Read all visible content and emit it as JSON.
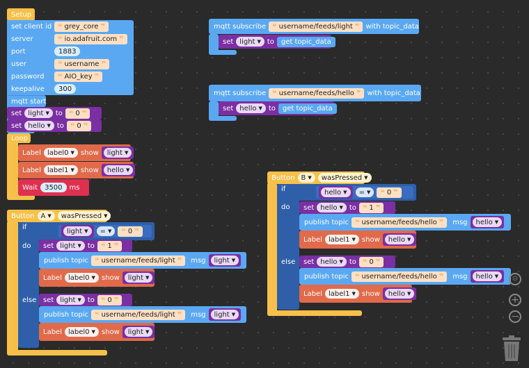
{
  "setup": {
    "header": "Setup",
    "client_id_label": "set client id",
    "client_id_value": "grey_core",
    "server_label": "server",
    "server_value": "io.adafruit.com",
    "port_label": "port",
    "port_value": "1883",
    "user_label": "user",
    "user_value": "username",
    "password_label": "password",
    "password_value": "AIO_key",
    "keepalive_label": "keepalive",
    "keepalive_value": "300",
    "mqtt_start": "mqtt start",
    "set1": {
      "set": "set",
      "var": "light",
      "to": "to",
      "value": "0"
    },
    "set2": {
      "set": "set",
      "var": "hello",
      "to": "to",
      "value": "0"
    }
  },
  "loop": {
    "header": "Loop",
    "label0": {
      "label": "Label",
      "name": "label0",
      "show": "show",
      "var": "light"
    },
    "label1": {
      "label": "Label",
      "name": "label1",
      "show": "show",
      "var": "hello"
    },
    "wait": {
      "label": "Wait",
      "value": "3500",
      "unit": "ms"
    }
  },
  "sub1": {
    "text": "mqtt subscribe",
    "topic": "username/feeds/light",
    "with": "with topic_data",
    "set": "set",
    "var": "light",
    "to": "to",
    "get": "get topic_data"
  },
  "sub2": {
    "text": "mqtt subscribe",
    "topic": "username/feeds/hello",
    "with": "with topic_data",
    "set": "set",
    "var": "hello",
    "to": "to",
    "get": "get topic_data"
  },
  "btnA": {
    "button": "Button",
    "name": "A",
    "event": "wasPressed",
    "if": "if",
    "do": "do",
    "else": "else",
    "cond_var": "light",
    "op": "=",
    "cond_val": "0",
    "do_set": {
      "set": "set",
      "var": "light",
      "to": "to",
      "value": "1"
    },
    "do_pub": {
      "text": "publish topic",
      "topic": "username/feeds/light",
      "msg": "msg",
      "var": "light"
    },
    "do_label": {
      "label": "Label",
      "name": "label0",
      "show": "show",
      "var": "light"
    },
    "else_set": {
      "set": "set",
      "var": "light",
      "to": "to",
      "value": "0"
    },
    "else_pub": {
      "text": "publish topic",
      "topic": "username/feeds/light",
      "msg": "msg",
      "var": "light"
    },
    "else_label": {
      "label": "Label",
      "name": "label0",
      "show": "show",
      "var": "light"
    }
  },
  "btnB": {
    "button": "Button",
    "name": "B",
    "event": "wasPressed",
    "if": "if",
    "do": "do",
    "else": "else",
    "cond_var": "hello",
    "op": "=",
    "cond_val": "0",
    "do_set": {
      "set": "set",
      "var": "hello",
      "to": "to",
      "value": "1"
    },
    "do_pub": {
      "text": "publish topic",
      "topic": "username/feeds/hello",
      "msg": "msg",
      "var": "hello"
    },
    "do_label": {
      "label": "Label",
      "name": "label1",
      "show": "show",
      "var": "hello"
    },
    "else_set": {
      "set": "set",
      "var": "hello",
      "to": "to",
      "value": "0"
    },
    "else_pub": {
      "text": "publish topic",
      "topic": "username/feeds/hello",
      "msg": "msg",
      "var": "hello"
    },
    "else_label": {
      "label": "Label",
      "name": "label1",
      "show": "show",
      "var": "hello"
    }
  },
  "colors": {
    "event": "#f7c04a",
    "mqtt": "#5aa8f2",
    "variable": "#7a2fa3",
    "label": "#e06a4a",
    "wait": "#e0304f",
    "logic": "#2f5fa8",
    "canvas": "#2a2a2a"
  },
  "icons": [
    "crosshair-icon",
    "zoom-in-icon",
    "zoom-out-icon",
    "trash-icon"
  ]
}
